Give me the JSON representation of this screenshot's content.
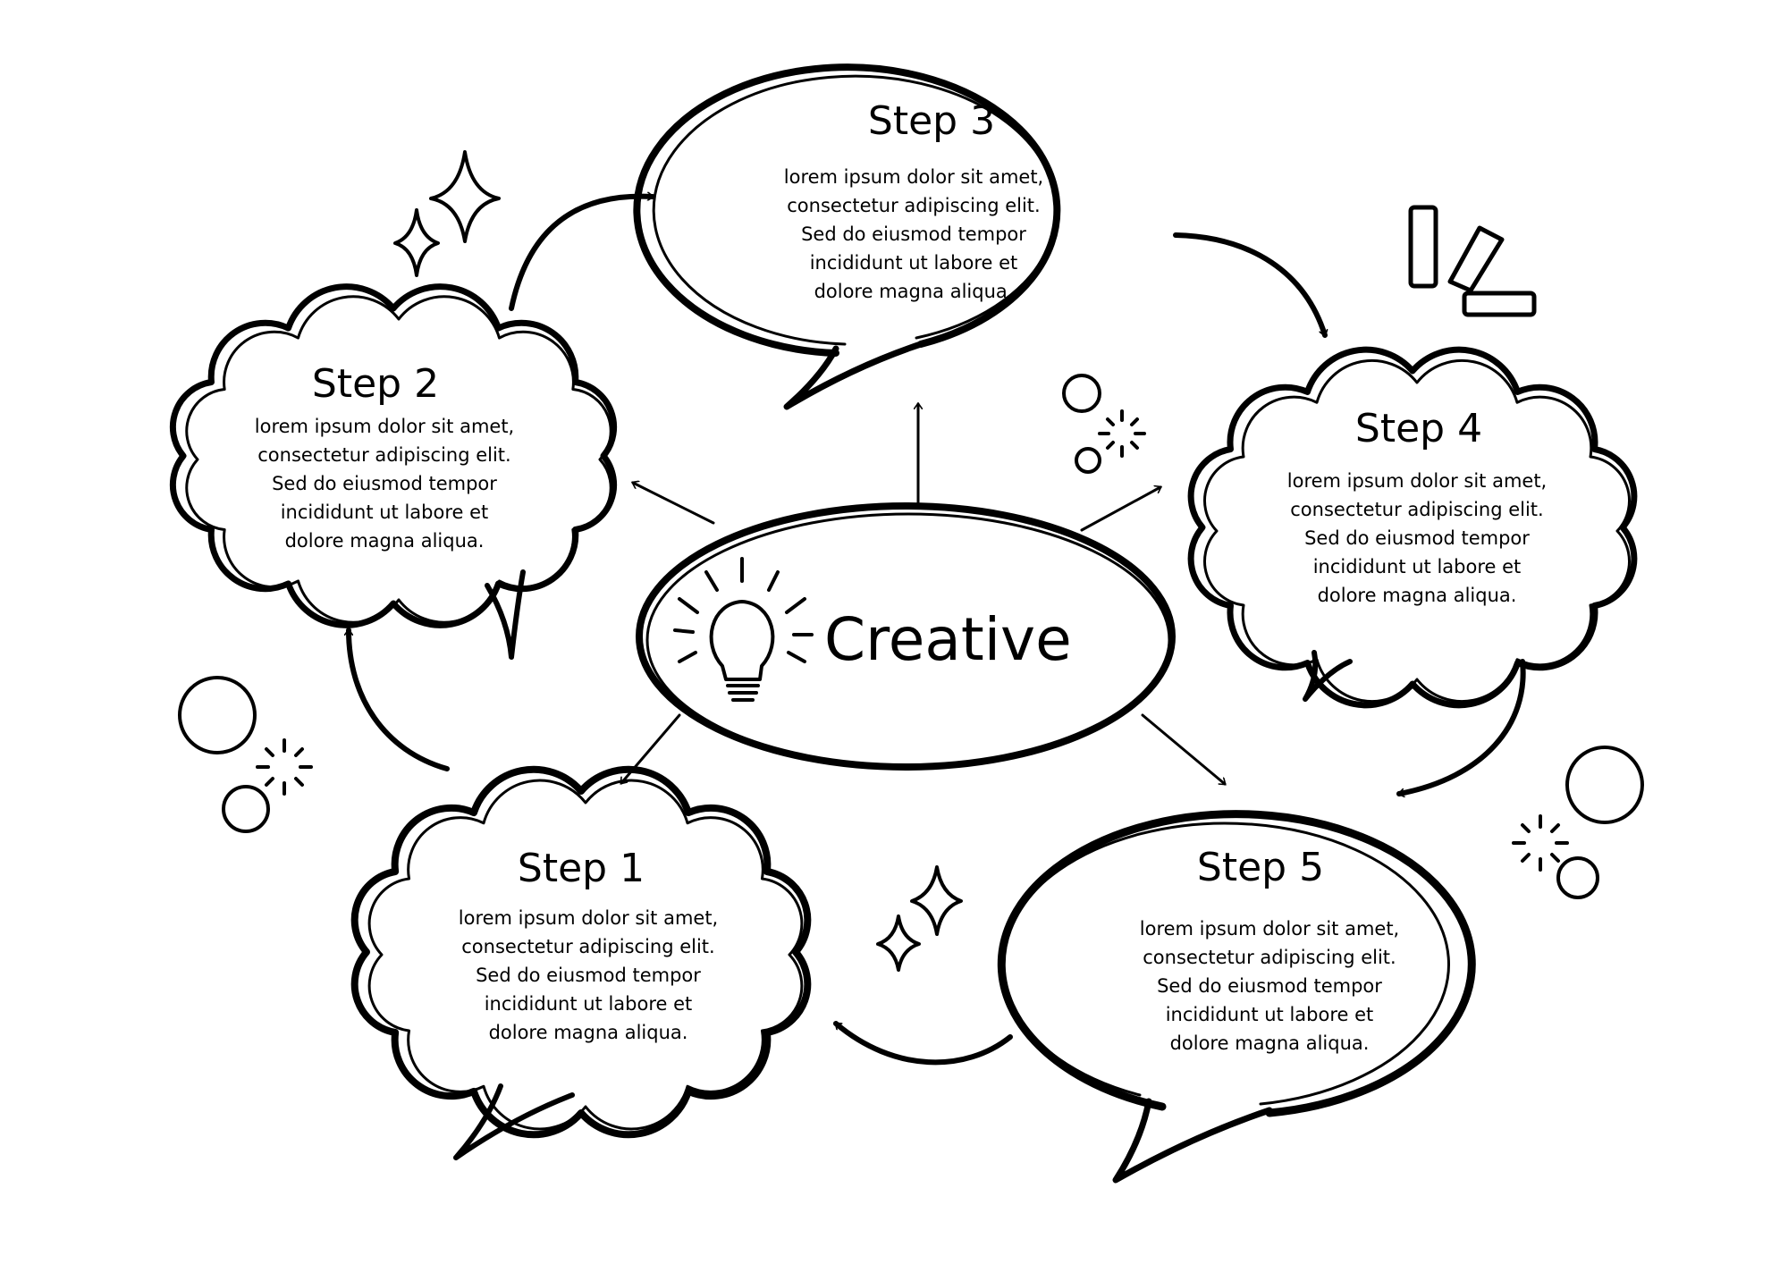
{
  "center": {
    "label": "Creative",
    "icon": "lightbulb-icon"
  },
  "steps": [
    {
      "title": "Step 1",
      "lines": [
        "lorem ipsum dolor sit amet,",
        "consectetur adipiscing elit.",
        "Sed do eiusmod tempor",
        "incididunt ut labore et",
        "dolore magna aliqua."
      ]
    },
    {
      "title": "Step 2",
      "lines": [
        "lorem ipsum dolor sit amet,",
        "consectetur adipiscing elit.",
        "Sed do eiusmod tempor",
        "incididunt ut labore et",
        "dolore magna aliqua."
      ]
    },
    {
      "title": "Step 3",
      "lines": [
        "lorem ipsum dolor sit amet,",
        "consectetur adipiscing elit.",
        "Sed do eiusmod tempor",
        "incididunt ut labore et",
        "dolore magna aliqua."
      ]
    },
    {
      "title": "Step 4",
      "lines": [
        "lorem ipsum dolor sit amet,",
        "consectetur adipiscing elit.",
        "Sed do eiusmod tempor",
        "incididunt ut labore et",
        "dolore magna aliqua."
      ]
    },
    {
      "title": "Step 5",
      "lines": [
        "lorem ipsum dolor sit amet,",
        "consectetur adipiscing elit.",
        "Sed do eiusmod tempor",
        "incididunt ut labore et",
        "dolore magna aliqua."
      ]
    }
  ]
}
